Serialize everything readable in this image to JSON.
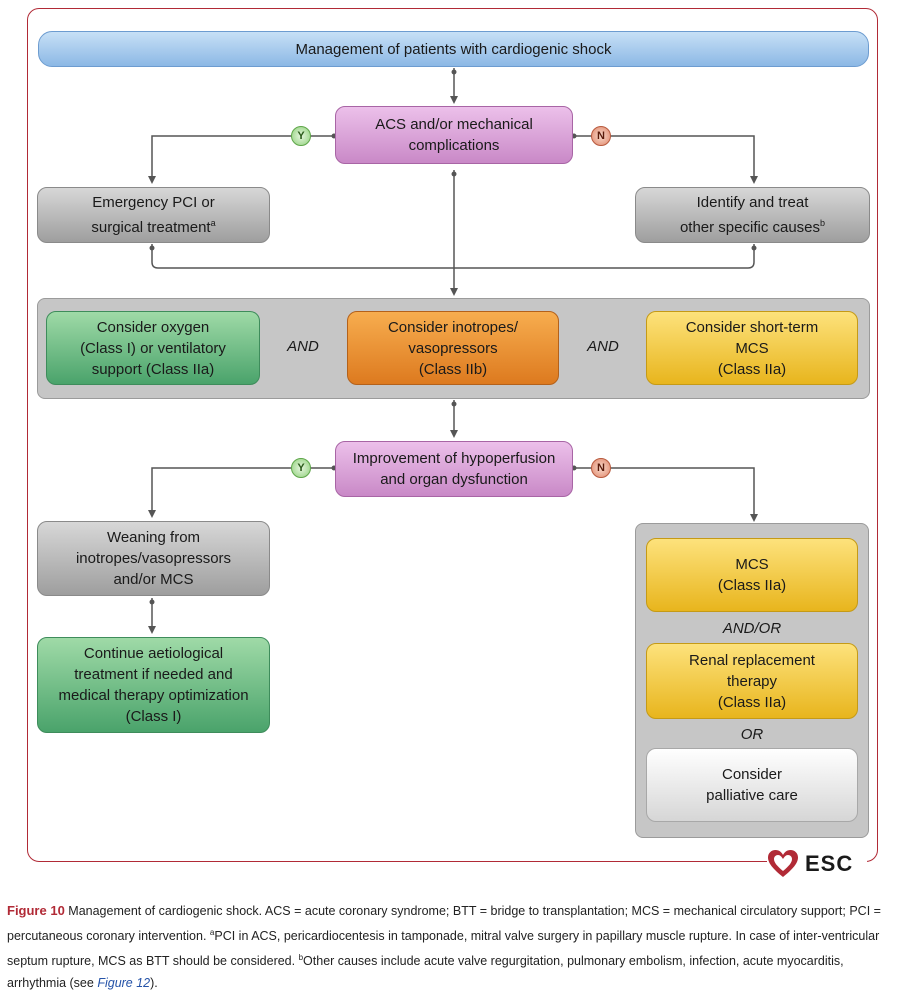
{
  "title": "Management of patients with cardiogenic shock",
  "acs": "ACS and/or mechanical\ncomplications",
  "badges": {
    "yes": "Y",
    "no": "N"
  },
  "emergency": {
    "text": "Emergency PCI or\nsurgical treatment",
    "sup": "a"
  },
  "identify": {
    "text": "Identify and treat\nother specific causes",
    "sup": "b"
  },
  "oxygen": "Consider oxygen\n(Class I) or ventilatory\nsupport (Class IIa)",
  "inotropes": "Consider inotropes/\nvasopressors\n(Class IIb)",
  "mcs_short": "Consider short-term\nMCS\n(Class IIa)",
  "and_label": "AND",
  "improvement": "Improvement of hypoperfusion\nand organ dysfunction",
  "weaning": "Weaning from\ninotropes/vasopressors\nand/or MCS",
  "continue": "Continue aetiological\ntreatment if needed and\nmedical therapy optimization\n(Class I)",
  "mcs": "MCS\n(Class IIa)",
  "and_or": "AND/OR",
  "renal": "Renal replacement\ntherapy\n(Class IIa)",
  "or_label": "OR",
  "palliative": "Consider\npalliative care",
  "logo": "ESC",
  "caption": {
    "label": "Figure 10",
    "main": "Management of cardiogenic shock. ACS = acute coronary syndrome; BTT = bridge to transplantation; MCS = mechanical circulatory support; PCI = percutaneous coronary intervention.",
    "note_a_sup": "a",
    "note_a": "PCI in ACS, pericardiocentesis in tamponade, mitral valve surgery in papillary muscle rupture. In case of inter-ventricular septum rupture, MCS as BTT should be considered.",
    "note_b_sup": "b",
    "note_b_pre": "Other causes include acute valve regurgitation, pulmonary embolism, infection, acute myocarditis, arrhythmia (see",
    "note_b_ref": "Figure 12",
    "note_b_post": ")."
  }
}
